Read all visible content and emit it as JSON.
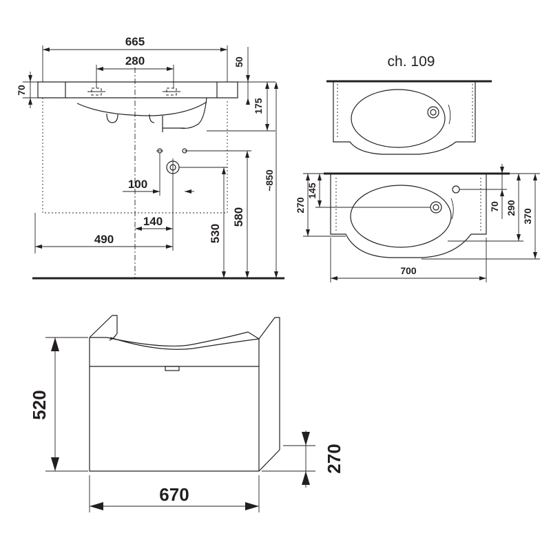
{
  "model_label": "ch. 109",
  "side_view": {
    "dims": {
      "overall_width": "665",
      "tap_spacing": "280",
      "rim_top": "50",
      "rim_thickness": "70",
      "basin_depth": "175",
      "install_height": "~850",
      "waste_spacing": "100",
      "waste_offset": "490",
      "trap_spacing": "140",
      "trap_height_530": "530",
      "trap_height_580": "580"
    }
  },
  "plan_view": {
    "dims": {
      "width": "700",
      "depth_370": "370",
      "depth_290": "290",
      "depth_70": "70",
      "depth_270": "270",
      "depth_145": "145"
    }
  },
  "cabinet": {
    "dims": {
      "height": "520",
      "width": "670",
      "drawer_height": "270"
    }
  }
}
